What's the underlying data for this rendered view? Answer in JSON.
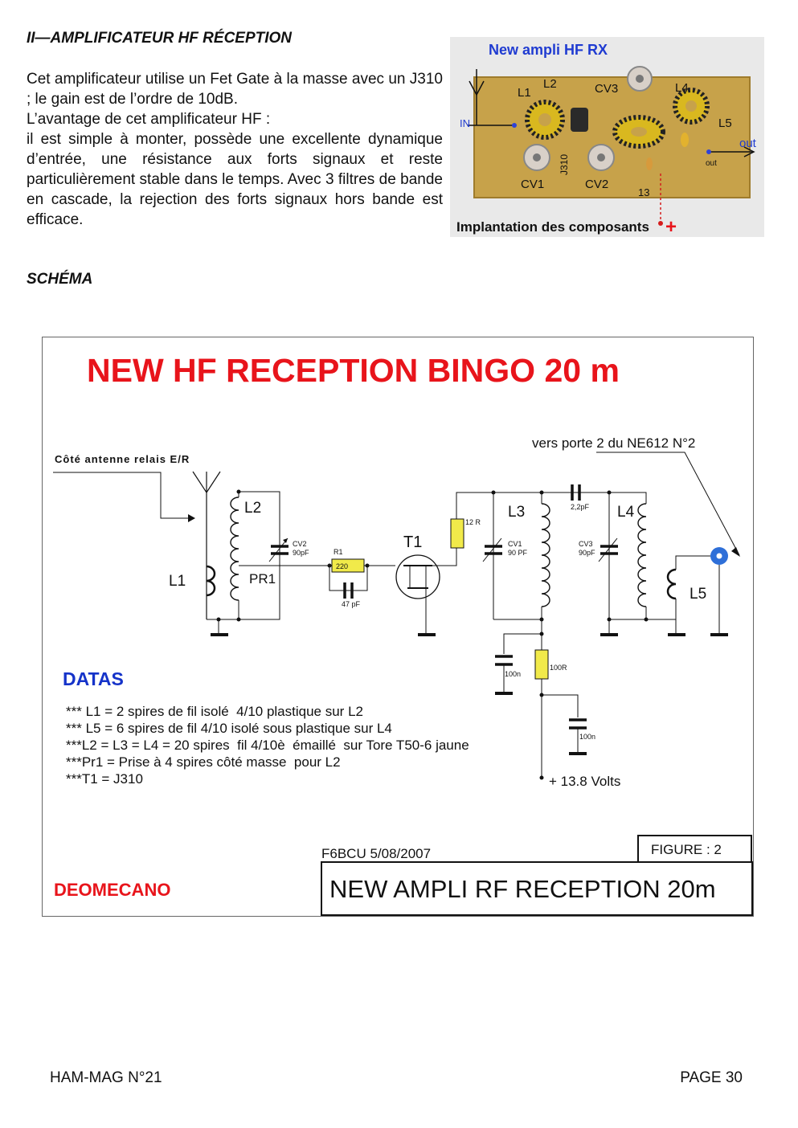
{
  "intro": {
    "title": "II—AMPLIFICATEUR HF RÉCEPTION",
    "paragraphs": [
      "Cet amplificateur utilise un Fet Gate à la masse avec un J310 ; le gain est de l’ordre de 10dB.",
      "L’avantage de cet amplificateur HF :",
      "il est simple à monter, possède une excellente dynamique d’entrée, une résistance aux forts signaux et reste particulièrement stable dans le temps. Avec 3 filtres de bande en cascade, la rejection des forts signaux hors bande est efficace."
    ]
  },
  "photo": {
    "title": "New ampli HF RX",
    "caption": "Implantation des composants",
    "label_in": "IN",
    "label_out": "out",
    "plus": "+",
    "board_marks": {
      "l1": "L1",
      "l2": "L2",
      "cv3": "CV3",
      "l4": "L4",
      "l5": "L5",
      "cv1": "CV1",
      "cv2": "CV2",
      "j310": "J310",
      "num13": "13",
      "out_small": "out"
    }
  },
  "schema_title": "SCHÉMA",
  "schematic": {
    "title": "NEW HF RECEPTION BINGO 20 m",
    "antenna_label": "Côté antenne relais E/R",
    "output_label": "vers porte 2 du NE612 N°2",
    "components": {
      "l1": "L1",
      "l2": "L2",
      "pr1": "PR1",
      "cv2": "CV2",
      "cv2_value": "90pF",
      "r1": "R1",
      "r1_value": "220",
      "c47": "47 pF",
      "t1": "T1",
      "r12": "12 R",
      "l3": "L3",
      "cv1": "CV1",
      "cv1_value": "90 PF",
      "c22": "2,2pF",
      "l4": "L4",
      "cv3": "CV3",
      "cv3_value": "90pF",
      "l5": "L5",
      "c100n_a": "100n",
      "r100": "100R",
      "c100n_b": "100n",
      "supply": "+ 13.8 Volts"
    },
    "datas_title": "DATAS",
    "datas": [
      "*** L1 = 2 spires de fil isolé  4/10 plastique sur L2",
      "*** L5 = 6 spires de fil 4/10 isolé sous plastique sur L4",
      "***L2 = L3 = L4 = 20 spires  fil 4/10è  émaillé  sur Tore T50-6 jaune",
      "***Pr1 = Prise à 4 spires côté masse  pour L2",
      "***T1 = J310"
    ],
    "author": "F6BCU  5/08/2007",
    "figure": "FIGURE : 2",
    "title_block": "NEW AMPLI RF RECEPTION 20m",
    "logo": "DEOMECANO"
  },
  "footer": {
    "left": "HAM-MAG N°21",
    "right": "PAGE 30"
  },
  "colors": {
    "title_red": "#e8141b",
    "datas_blue": "#1533c9",
    "resistor_yellow": "#f1ea4a",
    "board": "#c7a24a"
  }
}
